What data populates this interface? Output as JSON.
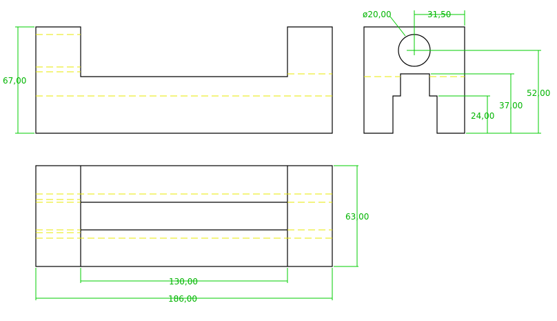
{
  "colors": {
    "background": "#ffffff",
    "object_lines": "#000000",
    "hidden_lines": "#e8e800",
    "dimension_lines": "#00cc00",
    "dimension_text": "#00b400"
  },
  "dimensions": {
    "front_height": "67,00",
    "hole_diameter": "ø20,00",
    "hole_offset": "31,50",
    "side_overall_height": "52,00",
    "slot_top_height": "37,00",
    "slot_step_height": "24,00",
    "top_depth": "63,00",
    "slot_length": "130,00",
    "overall_length": "186,00"
  }
}
